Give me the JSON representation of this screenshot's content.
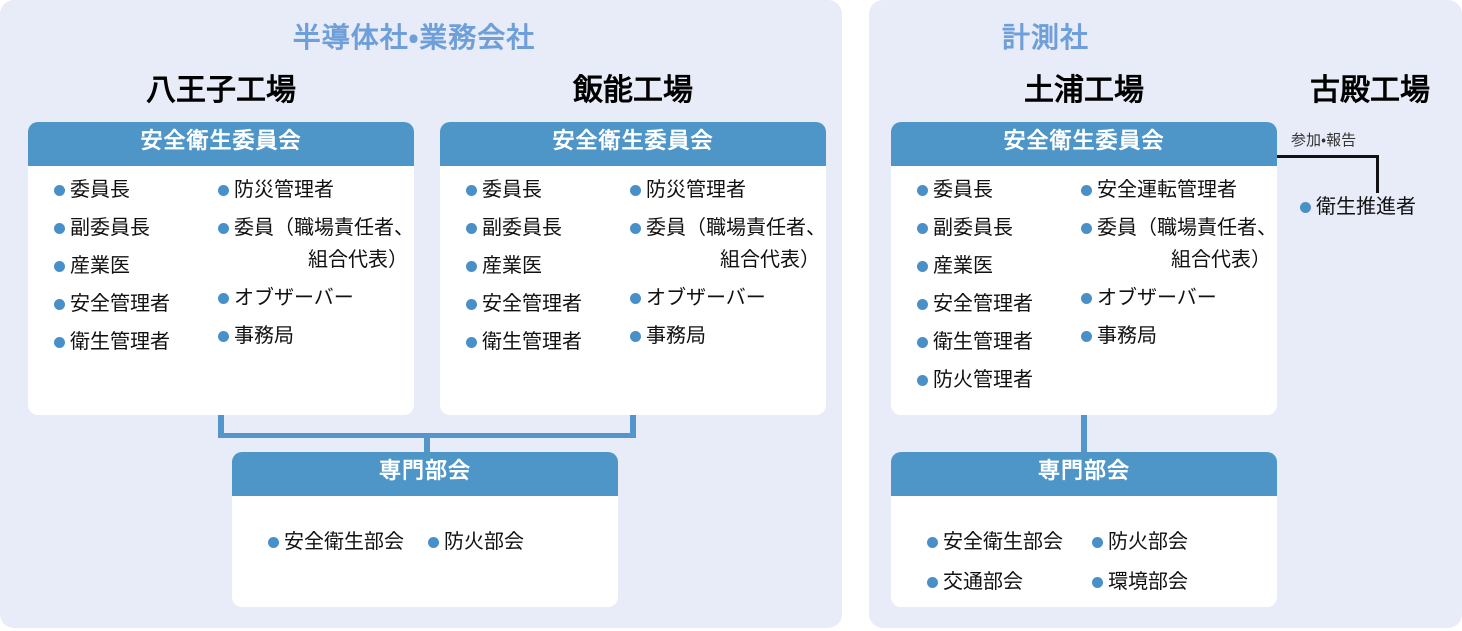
{
  "diagram": {
    "type": "organization-chart",
    "title_left": "半導体社・業務会社",
    "title_right": "計測社",
    "accent_color": "#4e95c8",
    "panel_background": "#e8ecf8",
    "bullet_color": "#4a90c8",
    "header_text_color": "#ffffff",
    "panel_title_color": "#6f9fd8"
  },
  "panels": [
    {
      "name": "半導体社・業務会社",
      "plants": [
        {
          "title": "八王子工場",
          "committee": {
            "header": "安全衛生委員会",
            "column_left": [
              "委員長",
              "副委員長",
              "産業医",
              "安全管理者",
              "衛生管理者"
            ],
            "column_right": [
              "防災管理者",
              "委員（職場責任者、",
              "オブザーバー",
              "事務局"
            ],
            "column_right_continuation": "組合代表）"
          }
        },
        {
          "title": "飯能工場",
          "committee": {
            "header": "安全衛生委員会",
            "column_left": [
              "委員長",
              "副委員長",
              "産業医",
              "安全管理者",
              "衛生管理者"
            ],
            "column_right": [
              "防災管理者",
              "委員（職場責任者、",
              "オブザーバー",
              "事務局"
            ],
            "column_right_continuation": "組合代表）"
          }
        }
      ],
      "subcommittee": {
        "header": "専門部会",
        "items": [
          "安全衛生部会",
          "防火部会"
        ]
      }
    },
    {
      "name": "計測社",
      "plants": [
        {
          "title": "土浦工場",
          "committee": {
            "header": "安全衛生委員会",
            "column_left": [
              "委員長",
              "副委員長",
              "産業医",
              "安全管理者",
              "衛生管理者",
              "防火管理者"
            ],
            "column_right": [
              "安全運転管理者",
              "委員（職場責任者、",
              "オブザーバー",
              "事務局"
            ],
            "column_right_continuation": "組合代表）"
          }
        },
        {
          "title": "古殿工場",
          "connector_label": "参加・報告",
          "items": [
            "衛生推進者"
          ]
        }
      ],
      "subcommittee": {
        "header": "専門部会",
        "items": [
          "安全衛生部会",
          "防火部会",
          "交通部会",
          "環境部会"
        ]
      }
    }
  ]
}
